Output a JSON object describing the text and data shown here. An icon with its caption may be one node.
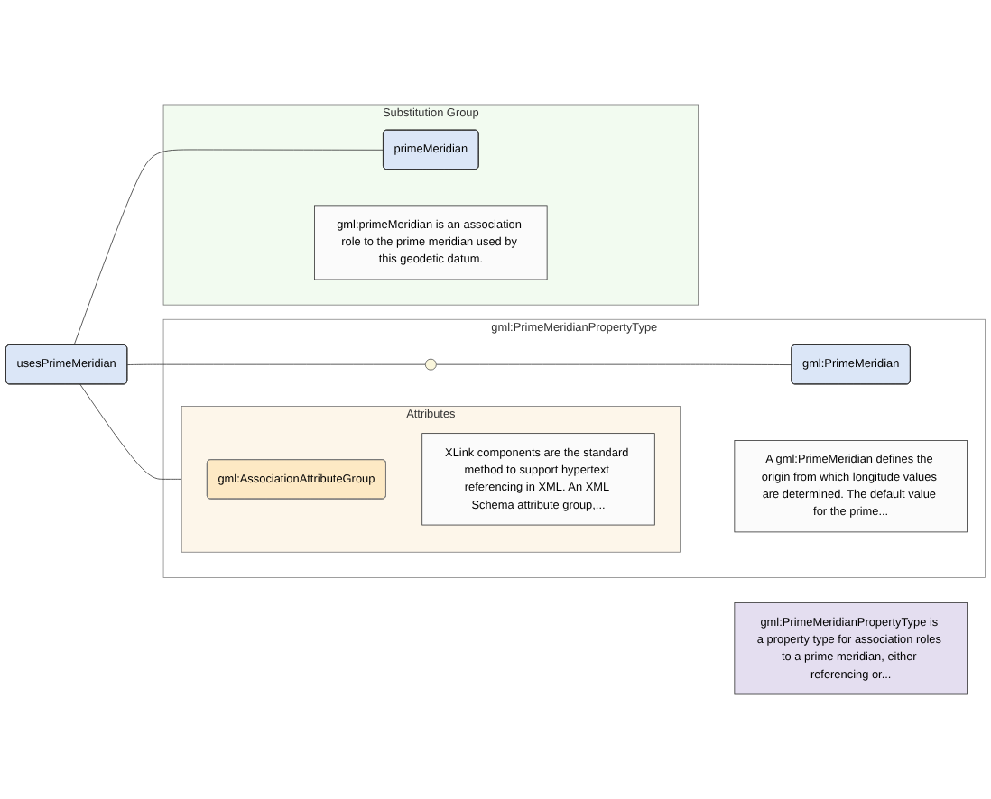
{
  "diagram": {
    "nodes": [
      {
        "text": [
          "usesPrimeMeridian"
        ]
      },
      {
        "text": [
          "gml:PrimeMeridianPropertyType"
        ]
      },
      {
        "text": [
          "Attributes"
        ],
        "in": 1
      },
      {
        "text": [
          "gml:AssociationAttributeGroup"
        ],
        "in": 2
      },
      {
        "text": [
          "XLink components are the standard method to support hypertext referencing in XML. An XML Schema attribute group,..."
        ],
        "in": 2
      },
      {
        "text": [],
        "shape": "circle",
        "in": 1
      },
      {
        "text": [
          "gml:PrimeMeridian"
        ],
        "in": 1
      },
      {
        "text": [
          "A gml:PrimeMeridian defines the origin from which longitude values are determined. The default value for the prime..."
        ],
        "in": 1
      },
      {
        "text": [
          "gml:PrimeMeridianPropertyType is a property type for association roles to a prime meridian, either referencing or..."
        ]
      },
      {
        "text": [
          "Substitution Group"
        ]
      },
      {
        "text": [
          "primeMeridian"
        ],
        "in": 9
      },
      {
        "text": [
          "gml:primeMeridian is an association role to the prime meridian used by this geodetic datum."
        ],
        "in": 9
      }
    ],
    "edges": [
      {
        "from": 0,
        "to": 2,
        "arrow": "none"
      },
      {
        "from": 0,
        "to": 5,
        "arrow": "none"
      },
      {
        "from": 5,
        "to": 6,
        "arrow": "none"
      },
      {
        "from": 0,
        "to": 10,
        "arrow": "none"
      }
    ]
  }
}
